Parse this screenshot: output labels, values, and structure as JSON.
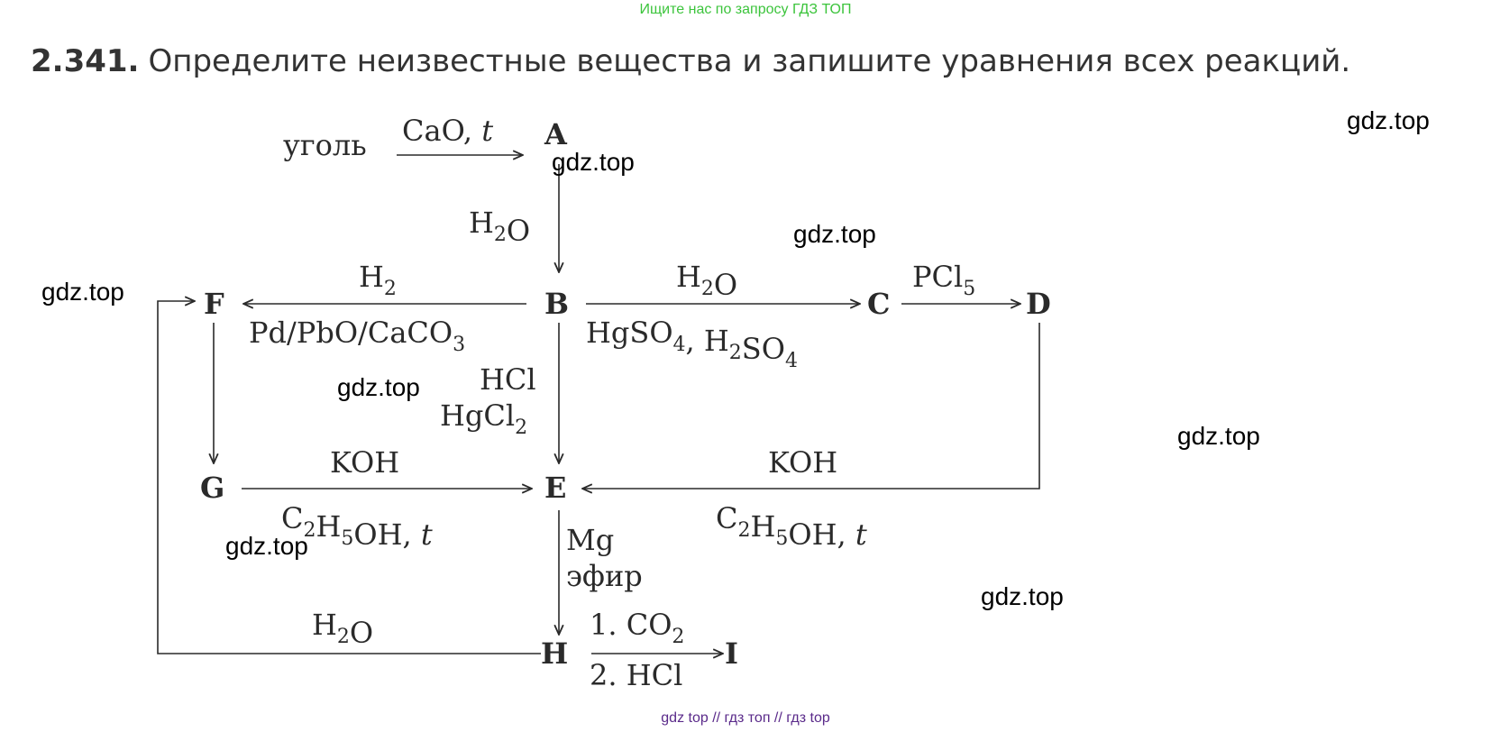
{
  "banner": "Ищите нас по запросу ГДЗ ТОП",
  "problem": {
    "number": "2.341.",
    "text": "Определите неизвестные вещества и запишите уравнения всех реакций."
  },
  "scheme": {
    "start": "уголь",
    "nodes": {
      "A": "A",
      "B": "B",
      "C": "C",
      "D": "D",
      "E": "E",
      "F": "F",
      "G": "G",
      "H": "H",
      "I": "I"
    },
    "arrows": {
      "coal_A": "CaO, t",
      "A_B": "H2O",
      "B_F_top": "H2",
      "B_F_bottom": "Pd/PbO/CaCO3",
      "B_C_top": "H2O",
      "B_C_bottom": "HgSO4, H2SO4",
      "C_D": "PCl5",
      "B_E_1": "HCl",
      "B_E_2": "HgCl2",
      "G_E_top": "KOH",
      "G_E_bottom": "C2H5OH, t",
      "D_E_top": "KOH",
      "D_E_bottom": "C2H5OH, t",
      "E_H_1": "Mg",
      "E_H_2": "эфир",
      "H_F": "H2O",
      "H_I_1": "1. CO2",
      "H_I_2": "2. HCl"
    }
  },
  "watermarks": [
    "gdz.top",
    "gdz.top",
    "gdz.top",
    "gdz.top",
    "gdz.top",
    "gdz.top",
    "gdz.top",
    "gdz.top"
  ],
  "footer": "gdz top  //  гдз топ  //  гдз top"
}
